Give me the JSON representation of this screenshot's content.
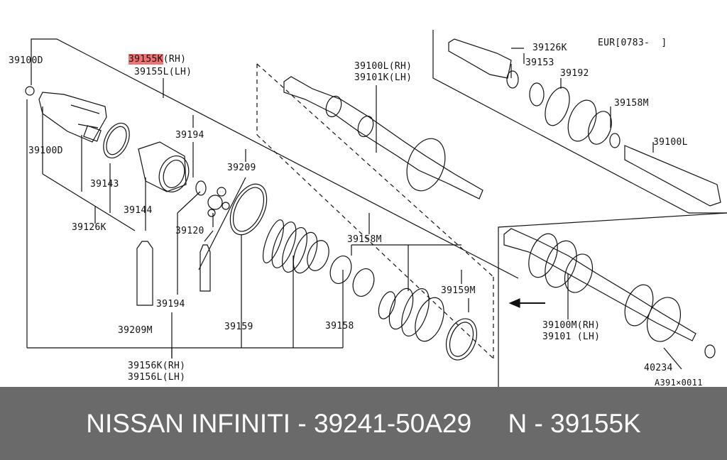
{
  "diagram": {
    "labels": {
      "l39100D_top": "39100D",
      "l39155K": "39155K",
      "l39155K_suffix": "(RH)",
      "l39155L": "39155L(LH)",
      "l39100D_mid": "39100D",
      "l39194_top": "39194",
      "l39209_top": "39209",
      "l39143": "39143",
      "l39144": "39144",
      "l39126K": "39126K",
      "l39120": "39120",
      "l39194_bot": "39194",
      "l39209M": "39209M",
      "l39159": "39159",
      "l39158": "39158",
      "l39158M": "39158M",
      "l39159M": "39159M",
      "l39156K": "39156K(RH)",
      "l39156L": "39156L(LH)",
      "l39100L_RH": "39100L(RH)",
      "l39101K_LH": "39101K(LH)",
      "r39126K": "39126K",
      "r39153": "39153",
      "r39192": "39192",
      "r39158M": "39158M",
      "r39100L": "39100L",
      "eur": "EUR[0783-  ]",
      "b39100M": "39100M(RH)",
      "b39101": "39101 (LH)",
      "b40234": "40234",
      "code": "A391×0011"
    }
  },
  "caption": {
    "text": "NISSAN INFINITI - 39241-50A29     N - 39155K"
  }
}
